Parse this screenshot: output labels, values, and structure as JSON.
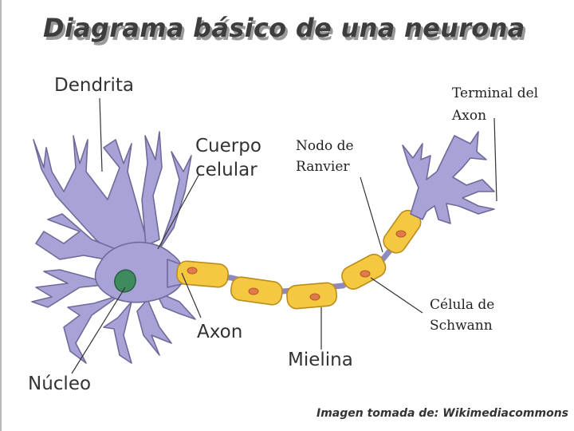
{
  "slide": {
    "title": "Diagrama básico de una neurona",
    "credit": "Imagen tomada de: Wikimediacommons"
  },
  "labels": {
    "dendrita": "Dendrita",
    "cuerpo_celular_1": "Cuerpo",
    "cuerpo_celular_2": "celular",
    "nodo_1": "Nodo de",
    "nodo_2": "Ranvier",
    "terminal_1": "Terminal del",
    "terminal_2": "Axon",
    "axon": "Axon",
    "mielina": "Mielina",
    "nucleo": "Núcleo",
    "schwann_1": "Célula de",
    "schwann_2": "Schwann"
  },
  "colors": {
    "cell_body": "#a9a2d6",
    "cell_outline": "#6e6a9a",
    "nucleus": "#3f8a5e",
    "myelin": "#f5c842",
    "myelin_outline": "#b98c1e",
    "schwann_nucleus": "#e07a4a",
    "title": "#3d3d3d"
  }
}
